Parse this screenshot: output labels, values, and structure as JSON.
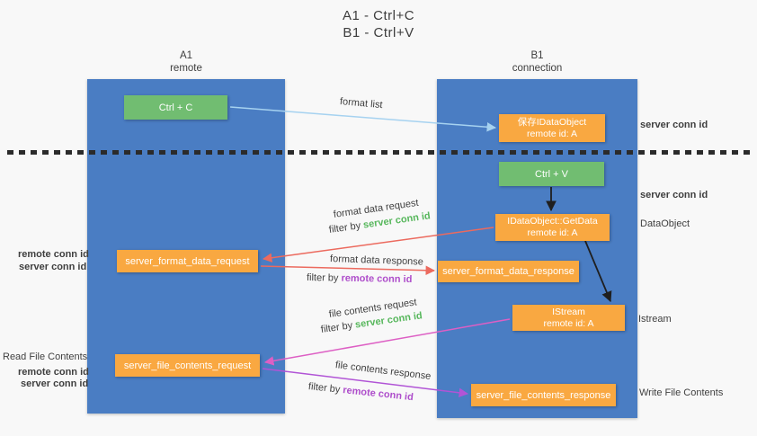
{
  "title": {
    "line1": "A1 - Ctrl+C",
    "line2": "B1 - Ctrl+V"
  },
  "columns": {
    "left": {
      "id": "A1",
      "role": "remote"
    },
    "right": {
      "id": "B1",
      "role": "connection"
    }
  },
  "nodes": {
    "ctrl_c": {
      "label": "Ctrl + C"
    },
    "save_idataobject": {
      "line1": "保存IDataObject",
      "line2": "remote id: A"
    },
    "ctrl_v": {
      "label": "Ctrl + V"
    },
    "getdata": {
      "line1": "IDataObject::GetData",
      "line2": "remote id: A"
    },
    "format_request": {
      "label": "server_format_data_request"
    },
    "format_response": {
      "label": "server_format_data_response"
    },
    "istream": {
      "line1": "IStream",
      "line2": "remote id: A"
    },
    "file_request": {
      "label": "server_file_contents_request"
    },
    "file_response": {
      "label": "server_file_contents_response"
    }
  },
  "edge_labels": {
    "format_list": "format list",
    "format_data_request": "format data request",
    "format_data_response": "format data response",
    "file_contents_request": "file contents request",
    "file_contents_response": "file contents response",
    "filter_by": "filter by",
    "server_conn_id": "server conn id",
    "remote_conn_id": "remote conn id"
  },
  "side_labels": {
    "server_conn_id": "server conn id",
    "remote_conn_id": "remote conn id",
    "dataobject": "DataObject",
    "istream": "Istream",
    "read_file_contents": "Read File Contents",
    "write_file_contents": "Write File Contents"
  },
  "colors": {
    "column_blue": "#4a7dc3",
    "box_green": "#71bd71",
    "box_orange": "#f9a841",
    "arrow_light_blue": "#a6d2f0",
    "arrow_red": "#ec6a5e",
    "arrow_pink": "#dd5fc4",
    "arrow_purple": "#b154d6",
    "text_green": "#57b75c",
    "text_purple": "#ae4ecb"
  }
}
